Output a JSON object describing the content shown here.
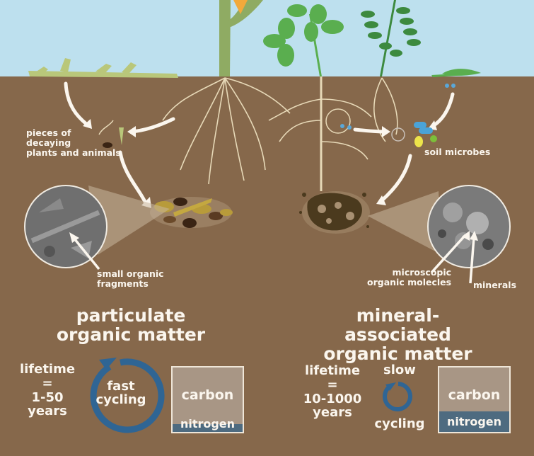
{
  "diagram": {
    "top_labels": {
      "pieces_line1": "pieces of",
      "pieces_line2": "decaying",
      "pieces_line3": "plants and animals",
      "soil_microbes": "soil microbes"
    },
    "callouts": {
      "small_fragments_line1": "small organic",
      "small_fragments_line2": "fragments",
      "microscopic_line1": "microscopic",
      "microscopic_line2": "organic molecles",
      "minerals": "minerals"
    },
    "left_panel": {
      "title_line1": "particulate",
      "title_line2": "organic matter",
      "lifetime_line1": "lifetime",
      "lifetime_line2": "=",
      "lifetime_line3": "1-50",
      "lifetime_line4": "years",
      "cycling_line1": "fast",
      "cycling_line2": "cycling",
      "box_carbon": "carbon",
      "box_nitrogen": "nitrogen"
    },
    "right_panel": {
      "title_line1": "mineral-associated",
      "title_line2": "organic matter",
      "lifetime_line1": "lifetime",
      "lifetime_line2": "=",
      "lifetime_line3": "10-1000",
      "lifetime_line4": "years",
      "cycling_line1": "slow",
      "cycling_line2": "cycling",
      "box_carbon": "carbon",
      "box_nitrogen": "nitrogen"
    },
    "colors": {
      "sky": "#bde0ee",
      "soil": "#86684b",
      "text": "#fbf6ee",
      "cycle_arrow": "#2f6594",
      "carbon_box": "#a89685",
      "nitrogen_band": "#4e6b80",
      "plant_green": "#5aae4f",
      "corn_green": "#8fab63",
      "root": "#e7d9b8"
    }
  }
}
